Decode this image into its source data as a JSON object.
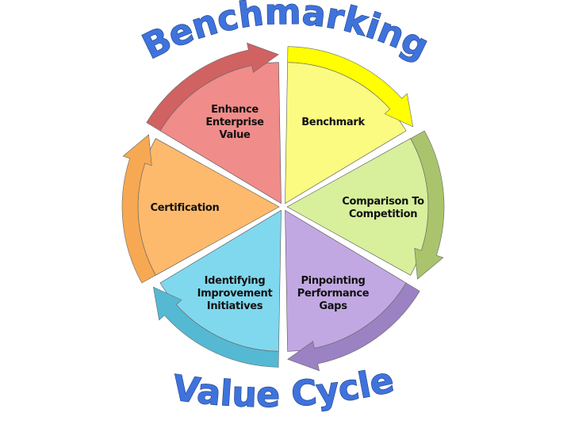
{
  "title_top": "Benchmarking",
  "title_bottom": "Value Cycle",
  "segments": [
    {
      "label": "Benchmark",
      "wedge_color": "#fbfb82",
      "arrow_color": "#ffff00"
    },
    {
      "label": "Comparison To\nCompetition",
      "wedge_color": "#d8ef9c",
      "arrow_color": "#a9c46c"
    },
    {
      "label": "Pinpointing\nPerformance\nGaps",
      "wedge_color": "#c2a8e2",
      "arrow_color": "#9b82c2"
    },
    {
      "label": "Identifying\nImprovement\nInitiatives",
      "wedge_color": "#80d8ee",
      "arrow_color": "#55b9d3"
    },
    {
      "label": "Certification",
      "wedge_color": "#fdba6c",
      "arrow_color": "#f7a852"
    },
    {
      "label": "Enhance\nEnterprise\nValue",
      "wedge_color": "#f08c8a",
      "arrow_color": "#d06262"
    }
  ]
}
